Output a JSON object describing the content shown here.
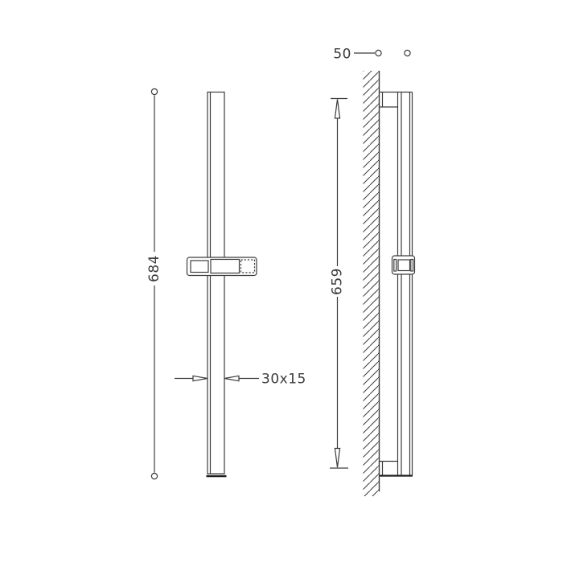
{
  "page": {
    "background": "#ffffff",
    "line_color": "#3c3c3c"
  },
  "drawing": {
    "type": "technical-drawing",
    "subject": "shower slide bar, front and side elevations with wall section"
  },
  "views": {
    "front": {
      "name": "front-elevation",
      "dim_height": {
        "label": "684"
      },
      "dim_profile": {
        "label": "30x15"
      }
    },
    "side": {
      "name": "side-elevation",
      "dim_height": {
        "label": "659"
      },
      "dim_wall_offset": {
        "label": "50"
      }
    }
  }
}
